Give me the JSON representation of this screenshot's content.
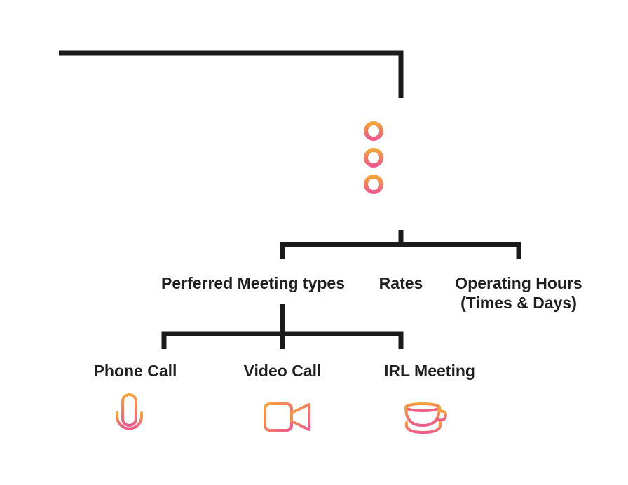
{
  "diagram": {
    "level1": {
      "perferred_meeting_types": "Perferred Meeting types",
      "rates": "Rates",
      "operating_hours_line1": "Operating Hours",
      "operating_hours_line2": "(Times & Days)"
    },
    "level2": {
      "phone_call": "Phone Call",
      "video_call": "Video Call",
      "irl_meeting": "IRL Meeting"
    },
    "icons": {
      "root": "list-icon",
      "phone_call": "microphone-icon",
      "video_call": "video-camera-icon",
      "irl_meeting": "coffee-cup-icon"
    },
    "colors": {
      "connector": "#1b1b1b",
      "gradient_start": "#f5a33b",
      "gradient_end": "#ec5b8b"
    }
  }
}
